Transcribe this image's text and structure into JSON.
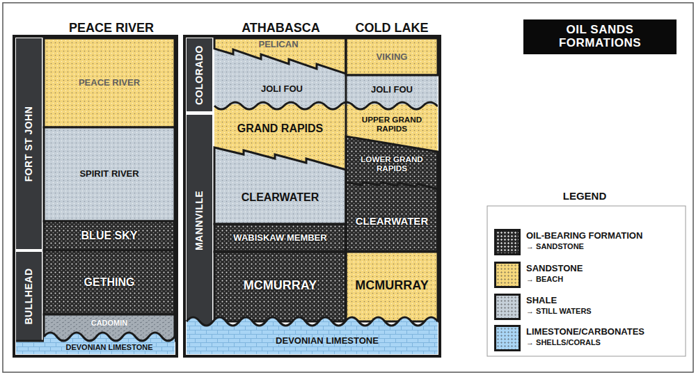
{
  "diagram": {
    "title": "OIL SANDS FORMATIONS",
    "nodes": [
      {
        "text": [
          "FORT ST JOHN"
        ]
      },
      {
        "text": [
          "PEACE RIVER"
        ]
      },
      {
        "text": [
          "SPIRIT RIVER"
        ]
      },
      {
        "text": [
          "BLUE SKY"
        ]
      },
      {
        "text": [
          "BULLHEAD"
        ]
      },
      {
        "text": [
          "GETHING"
        ]
      },
      {
        "text": [
          "CADOMIN"
        ]
      },
      {
        "text": [
          "DEVONIAN LIMESTONE"
        ]
      },
      {
        "text": [
          "COLORADO"
        ]
      },
      {
        "text": [
          "PELICAN"
        ]
      },
      {
        "text": [
          "VIKING"
        ]
      },
      {
        "text": [
          "JOLI FOU"
        ]
      },
      {
        "text": [
          "JOLI FOU"
        ]
      },
      {
        "text": [
          "MANNVILLE"
        ]
      },
      {
        "text": [
          "GRAND RAPIDS"
        ]
      },
      {
        "text": [
          "UPPER GRAND RAPIDS"
        ]
      },
      {
        "text": [
          "LOWER GRAND RAPIDS"
        ]
      },
      {
        "text": [
          "CLEARWATER"
        ]
      },
      {
        "text": [
          "WABISKAW MEMBER"
        ]
      },
      {
        "text": [
          "CLEARWATER"
        ]
      },
      {
        "text": [
          "MCMURRAY"
        ]
      },
      {
        "text": [
          "MCMURRAY"
        ]
      },
      {
        "text": [
          "DEVONIAN LIMESTONE"
        ]
      }
    ],
    "labels": [
      "PEACE RIVER",
      "ATHABASCA",
      "COLD LAKE",
      "LEGEND",
      "→ SANDSTONE",
      "→ BEACH",
      "→ STILL WATERS",
      "→ SHELLS/CORALS"
    ],
    "legend": [
      {
        "text": "OIL-BEARING FORMATION",
        "color": "#2b2b2b"
      },
      {
        "text": "SANDSTONE",
        "color": "#f5d77c"
      },
      {
        "text": "SHALE",
        "color": "#c6d0d9"
      },
      {
        "text": "LIMESTONE/CARBONATES",
        "color": "#a9d5f5"
      }
    ]
  }
}
